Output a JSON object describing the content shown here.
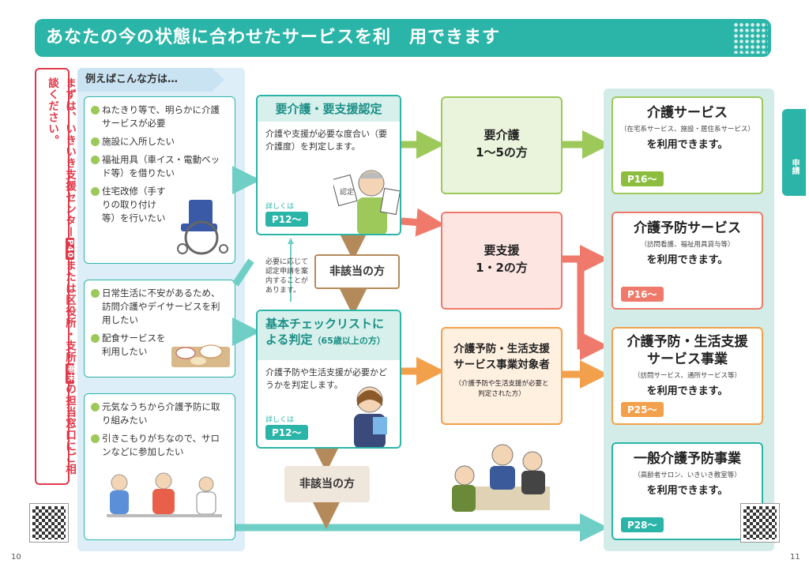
{
  "title": "あなたの今の状態に合わせたサービスを利　用できます",
  "left_vertical": {
    "text1": "まずは、いきいき支援センター",
    "tag1": "P40",
    "text2": "または区役所・支所",
    "tag2": "巻末",
    "text3": "の担当窓口にご相談ください。"
  },
  "examples": {
    "heading": "例えばこんな方は…",
    "card1": [
      "ねたきり等で、明らかに介護サービスが必要",
      "施設に入所したい",
      "福祉用具（車イス・電動ベッド等）を借りたい",
      "住宅改修（手すりの取り付け等）を行いたい"
    ],
    "card2": [
      "日常生活に不安があるため、訪問介護やデイサービスを利用したい",
      "配食サービスを利用したい"
    ],
    "card3": [
      "元気なうちから介護予防に取り組みたい",
      "引きこもりがちなので、サロンなどに参加したい"
    ]
  },
  "cert": {
    "title": "要介護・要支援認定",
    "body": "介護や支援が必要な度合い（要介護度）を判定します。",
    "detail": "詳しくは",
    "page": "P12～",
    "stamp": "認定"
  },
  "checklist": {
    "title": "基本チェックリストによる判定",
    "title_small": "（65歳以上の方）",
    "body": "介護予防や生活支援が必要かどうかを判定します。",
    "detail": "詳しくは",
    "page": "P12～"
  },
  "note": "必要に応じて認定申請を案内することがあります。",
  "not_applicable": "非該当の方",
  "mid": {
    "care": "要介護\n1～5の方",
    "support": "要支援\n1・2の方",
    "target": "介護予防・生活支援\nサービス事業対象者",
    "target_note": "（介護予防や生活支援が必要と判定された方）"
  },
  "services": [
    {
      "title": "介護サービス",
      "sub": "（在宅系サービス、施設・居住系サービス）",
      "use": "を利用できます。",
      "page": "P16～"
    },
    {
      "title": "介護予防サービス",
      "sub": "（訪問看護、福祉用具貸与等）",
      "use": "を利用できます。",
      "page": "P16～"
    },
    {
      "title": "介護予防・生活支援\nサービス事業",
      "sub": "（訪問サービス、通所サービス等）",
      "use": "を利用できます。",
      "page": "P25～"
    },
    {
      "title": "一般介護予防事業",
      "sub": "（高齢者サロン、いきいき教室等）",
      "use": "を利用できます。",
      "page": "P28～"
    }
  ],
  "side_tab": "申請",
  "page_left": "10",
  "page_right": "11"
}
